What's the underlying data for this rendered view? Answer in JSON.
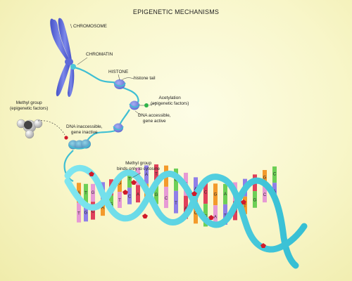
{
  "title": "EPIGENETIC MECHANISMS",
  "labels": {
    "chromosome": "CHROMOSOME",
    "chromatin": "CHROMATIN",
    "histone": "HISTONE",
    "histone_tail": "histone tail",
    "acetylation_1": "Acetylation",
    "acetylation_2": "(epigenetic factors)",
    "dna_accessible_1": "DNA accessible,",
    "dna_accessible_2": "gene active",
    "methyl_group_1": "Methyl group",
    "methyl_group_2": "(epigenetic factors)",
    "dna_inaccessible_1": "DNA inaccessible,",
    "dna_inaccessible_2": "gene inactive",
    "methyl_binds_1": "Methyl group",
    "methyl_binds_2": "binds only to cytosine"
  },
  "base_letters": [
    "A",
    "T",
    "G",
    "C",
    "A",
    "G",
    "T",
    "C",
    "A",
    "T",
    "G",
    "C",
    "T",
    "A",
    "C",
    "G",
    "A",
    "T"
  ],
  "colors": {
    "chromosome": "#5a67d8",
    "chromatin": "#4cc6d8",
    "histone": "#7a86e0",
    "dna_backbone": "#4fd0e0",
    "acetyl": "#2fb34a",
    "methyl": "#d01a2a",
    "base_orange": "#f39a2b",
    "base_green": "#6ccf55",
    "base_pink": "#e79ad5",
    "base_purple": "#8f7fe8",
    "base_red": "#e0405a"
  }
}
